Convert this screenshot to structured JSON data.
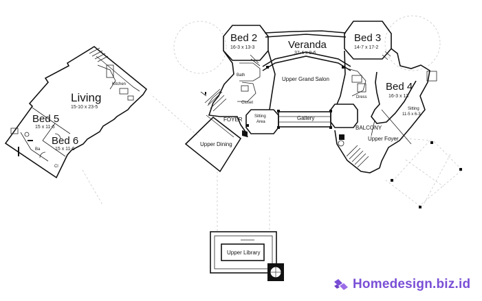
{
  "rooms": {
    "living": {
      "name": "Living",
      "dims": "15-10 x 23-5"
    },
    "kitchen": {
      "name": "Kitchen"
    },
    "bed5": {
      "name": "Bed 5",
      "dims": "15 x 11-6"
    },
    "bed6": {
      "name": "Bed 6",
      "dims": "15 x 11-6"
    },
    "bath_left": {
      "name": "Ba"
    },
    "closet_left": {
      "name": "Cl"
    },
    "bed2": {
      "name": "Bed 2",
      "dims": "16-3 x 13-3"
    },
    "veranda": {
      "name": "Veranda",
      "dims": "37-4 x 9-6"
    },
    "bed3": {
      "name": "Bed 3",
      "dims": "14-7 x 17-2"
    },
    "bed4": {
      "name": "Bed 4",
      "dims": "16-3 x 13"
    },
    "bath_top": {
      "name": "Bath"
    },
    "upper_grand_salon": {
      "name": "Upper Grand Salon"
    },
    "closet": {
      "name": "Closet"
    },
    "dress": {
      "name": "Dress"
    },
    "foyer": {
      "name": "FOYER"
    },
    "sitting_area": {
      "name": "Sitting\nArea"
    },
    "gallery": {
      "name": "Gallery"
    },
    "balcony": {
      "name": "BALCONY"
    },
    "sitting_right": {
      "name": "Sitting",
      "dims": "11-5 x 6-3"
    },
    "upper_foyer": {
      "name": "Upper Foyer"
    },
    "upper_dining": {
      "name": "Upper Dining"
    },
    "upper_library": {
      "name": "Upper Library"
    }
  },
  "watermark": {
    "text": "Homedesign.biz.id",
    "color": "#7a4fd6"
  }
}
